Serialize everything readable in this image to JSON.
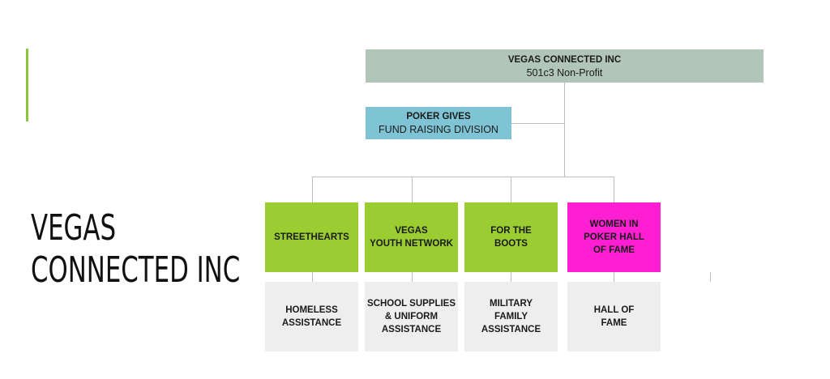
{
  "slide_title": [
    "VEGAS",
    "CONNECTED INC"
  ],
  "org": {
    "top": {
      "name": "VEGAS CONNECTED INC",
      "subtitle": "501c3 Non-Profit",
      "color": "#b1c6b8"
    },
    "fund": {
      "name": "POKER GIVES",
      "subtitle": "FUND RAISING DIVISION",
      "color": "#7fc4d4"
    },
    "units": [
      {
        "label": [
          "STREETHEARTS"
        ],
        "color": "#9acd32",
        "desc": [
          "HOMELESS",
          "ASSISTANCE"
        ]
      },
      {
        "label": [
          "VEGAS",
          "YOUTH NETWORK"
        ],
        "color": "#9acd32",
        "desc": [
          "SCHOOL SUPPLIES",
          "& UNIFORM",
          "ASSISTANCE"
        ]
      },
      {
        "label": [
          "FOR THE",
          "BOOTS"
        ],
        "color": "#9acd32",
        "desc": [
          "MILITARY",
          "FAMILY",
          "ASSISTANCE"
        ]
      },
      {
        "label": [
          "WOMEN IN",
          "POKER HALL",
          "OF FAME"
        ],
        "color": "#ff1fd2",
        "desc": [
          "HALL OF",
          "FAME"
        ]
      }
    ]
  }
}
